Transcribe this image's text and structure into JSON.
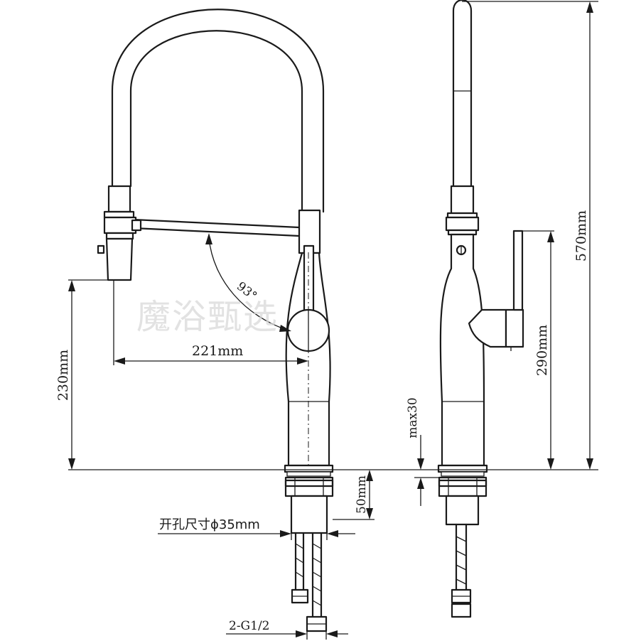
{
  "watermark": "魔浴甄选",
  "dimensions": {
    "spray_reach": "221mm",
    "spray_height": "230mm",
    "total_height": "570mm",
    "handle_height": "290mm",
    "deck_max": "max30",
    "shank_length": "50mm",
    "swivel_angle": "93°",
    "hole_size": "开孔尺寸ϕ35mm",
    "thread": "2-G1/2"
  }
}
